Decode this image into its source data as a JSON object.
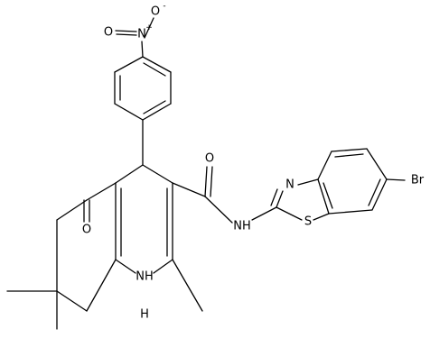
{
  "molecule": {
    "atoms": {
      "nitro_n": "N",
      "nitro_n_charge": "+",
      "nitro_o_top": "O",
      "nitro_o_top_charge": "-",
      "nitro_o_left": "O",
      "ketone_o": "O",
      "amide_o": "O",
      "amide_nh": "NH",
      "ring_nh": "NH",
      "ring_h": "H",
      "thiazole_n": "N",
      "thiazole_s": "S",
      "bromine": "Br"
    }
  }
}
